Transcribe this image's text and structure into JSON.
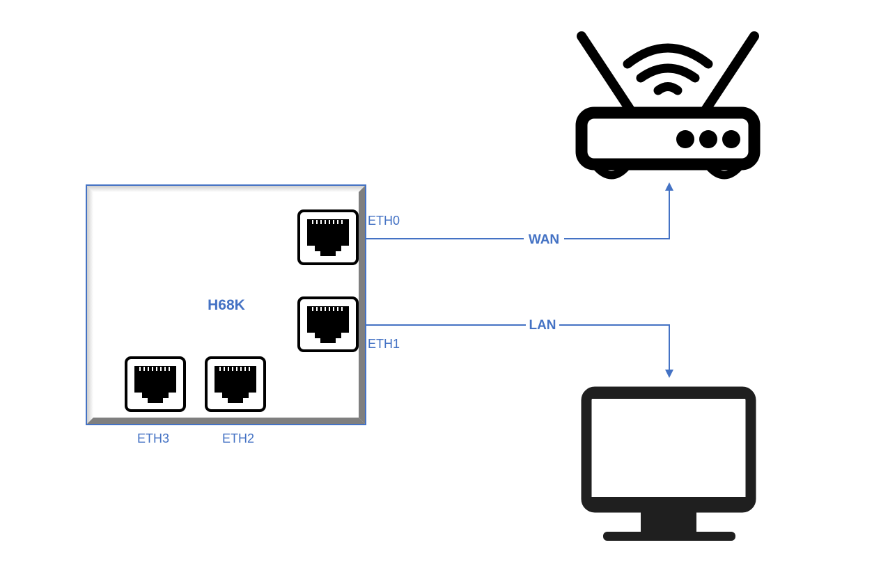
{
  "device": {
    "name": "H68K"
  },
  "ports": {
    "eth0": "ETH0",
    "eth1": "ETH1",
    "eth2": "ETH2",
    "eth3": "ETH3"
  },
  "connections": {
    "wan": "WAN",
    "lan": "LAN"
  },
  "icons": {
    "router": "router-icon",
    "computer": "monitor-icon",
    "port": "ethernet-port-icon"
  },
  "colors": {
    "accent": "#4472c4",
    "label_text": "#4472c4",
    "icon": "#000000",
    "box_shadow": "#7f7f7f"
  }
}
